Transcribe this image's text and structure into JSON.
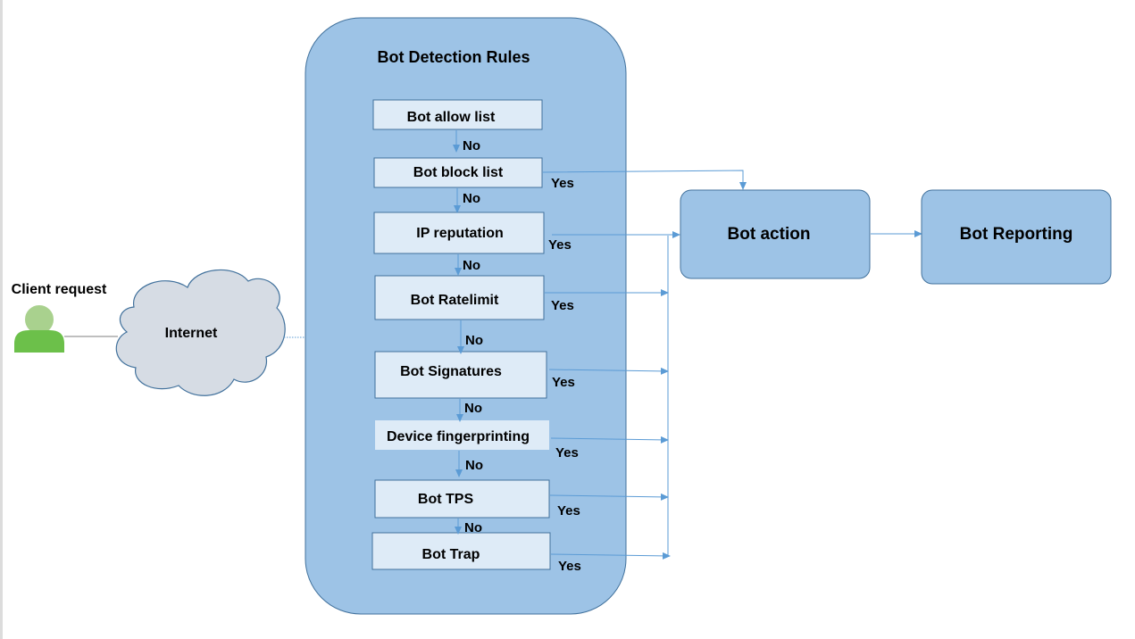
{
  "client": {
    "label": "Client request"
  },
  "internet": {
    "label": "Internet"
  },
  "container": {
    "title": "Bot Detection Rules"
  },
  "rules": [
    {
      "label": "Bot allow list"
    },
    {
      "label": "Bot block list"
    },
    {
      "label": "IP reputation"
    },
    {
      "label": "Bot Ratelimit"
    },
    {
      "label": "Bot Signatures"
    },
    {
      "label": "Device fingerprinting"
    },
    {
      "label": "Bot TPS"
    },
    {
      "label": "Bot Trap"
    }
  ],
  "no_label": "No",
  "yes_label": "Yes",
  "action": {
    "label": "Bot action"
  },
  "reporting": {
    "label": "Bot Reporting"
  },
  "colors": {
    "container_fill": "#9dc3e6",
    "rule_fill": "#deebf7",
    "box_stroke": "#41719c",
    "arrow": "#5b9bd5",
    "cloud_fill": "#d6dce4",
    "person": "#70c050"
  }
}
